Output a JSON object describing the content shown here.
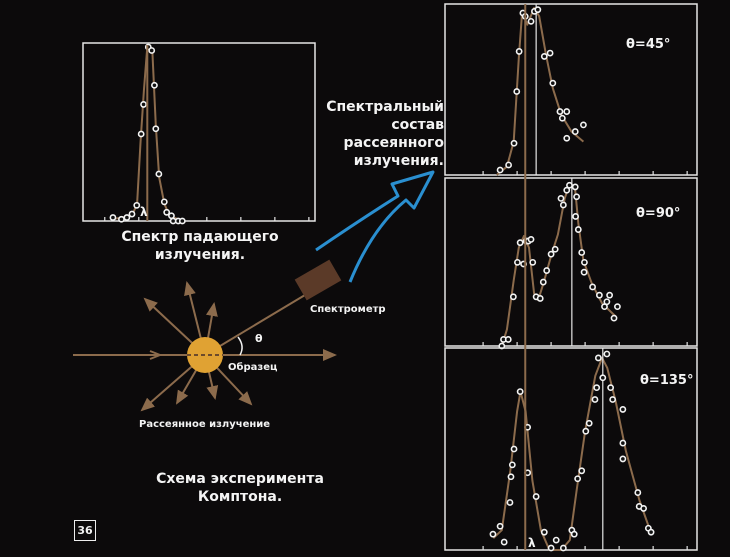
{
  "colors": {
    "background": "#0c0a0b",
    "axes": "#e6e6e6",
    "curve": "#8c6b4c",
    "arrow": "#2a8fd0",
    "sample": "#e0a233",
    "spectrometer": "#5b3a28",
    "ray": "#8c6b4c"
  },
  "labels": {
    "incident_caption_1": "Спектр падающего",
    "incident_caption_2": "излучения.",
    "scattered_title_1": "Спектральный",
    "scattered_title_2": "состав",
    "scattered_title_3": "рассеянного",
    "scattered_title_4": "излучения.",
    "spectrometer": "Спектрометр",
    "theta": "θ",
    "sample": "Образец",
    "scattered_radiation": "Рассеянное излучение",
    "scheme_1": "Схема эксперимента",
    "scheme_2": "Комптона.",
    "slide_number": "36",
    "lambda": "λ"
  },
  "chart_data": [
    {
      "type": "scatter",
      "title": "Спектр падающего излучения.",
      "xlabel": "λ",
      "xlim": [
        0.36,
        7.18
      ],
      "ylim": [
        0,
        1
      ],
      "lambda_line": 2.25,
      "points": [
        [
          2.28,
          1.0
        ],
        [
          2.38,
          0.98
        ],
        [
          2.46,
          0.78
        ],
        [
          2.14,
          0.67
        ],
        [
          2.07,
          0.5
        ],
        [
          2.5,
          0.53
        ],
        [
          2.59,
          0.27
        ],
        [
          1.94,
          0.09
        ],
        [
          2.75,
          0.11
        ],
        [
          1.24,
          0.02
        ],
        [
          1.49,
          0.01
        ],
        [
          1.65,
          0.02
        ],
        [
          1.8,
          0.04
        ],
        [
          2.82,
          0.05
        ],
        [
          2.96,
          0.03
        ],
        [
          3.01,
          0
        ],
        [
          3.16,
          0
        ],
        [
          3.28,
          0
        ]
      ],
      "curve": [
        [
          1.2,
          0.01
        ],
        [
          1.8,
          0.03
        ],
        [
          1.95,
          0.1
        ],
        [
          2.05,
          0.45
        ],
        [
          2.15,
          0.75
        ],
        [
          2.25,
          1.0
        ],
        [
          2.4,
          0.97
        ],
        [
          2.5,
          0.55
        ],
        [
          2.6,
          0.25
        ],
        [
          2.75,
          0.1
        ],
        [
          2.9,
          0.03
        ],
        [
          3.3,
          0
        ]
      ]
    },
    {
      "type": "scatter",
      "label": "θ=45°",
      "xlim": [
        -0.12,
        7.29
      ],
      "ylim": [
        0,
        1
      ],
      "lambda_line": 2.24,
      "shifted_line": 2.56,
      "points": [
        [
          1.5,
          0.03
        ],
        [
          1.75,
          0.06
        ],
        [
          1.91,
          0.19
        ],
        [
          1.99,
          0.5
        ],
        [
          2.06,
          0.74
        ],
        [
          2.17,
          0.97
        ],
        [
          2.24,
          0.95
        ],
        [
          2.41,
          0.92
        ],
        [
          2.51,
          0.98
        ],
        [
          2.61,
          0.99
        ],
        [
          2.8,
          0.71
        ],
        [
          2.97,
          0.73
        ],
        [
          3.05,
          0.55
        ],
        [
          3.26,
          0.38
        ],
        [
          3.33,
          0.34
        ],
        [
          3.46,
          0.38
        ],
        [
          3.46,
          0.22
        ],
        [
          3.71,
          0.26
        ],
        [
          3.95,
          0.3
        ]
      ],
      "curve": [
        [
          1.4,
          0
        ],
        [
          1.7,
          0.05
        ],
        [
          1.9,
          0.2
        ],
        [
          2.05,
          0.7
        ],
        [
          2.15,
          0.98
        ],
        [
          2.3,
          0.9
        ],
        [
          2.5,
          1.0
        ],
        [
          2.65,
          0.95
        ],
        [
          2.85,
          0.72
        ],
        [
          3.05,
          0.52
        ],
        [
          3.3,
          0.36
        ],
        [
          3.6,
          0.26
        ],
        [
          3.95,
          0.2
        ]
      ]
    },
    {
      "type": "scatter",
      "label": "θ=90°",
      "xlim": [
        -0.12,
        7.29
      ],
      "ylim": [
        0,
        1
      ],
      "lambda_line": 2.24,
      "shifted_line": 3.61,
      "points": [
        [
          1.55,
          0
        ],
        [
          1.6,
          0.04
        ],
        [
          1.74,
          0.04
        ],
        [
          1.89,
          0.3
        ],
        [
          2.01,
          0.51
        ],
        [
          2.09,
          0.63
        ],
        [
          2.19,
          0.5
        ],
        [
          2.27,
          0.64
        ],
        [
          2.33,
          0.64
        ],
        [
          2.41,
          0.65
        ],
        [
          2.46,
          0.51
        ],
        [
          2.56,
          0.3
        ],
        [
          2.68,
          0.29
        ],
        [
          2.77,
          0.39
        ],
        [
          2.87,
          0.46
        ],
        [
          3.0,
          0.56
        ],
        [
          3.12,
          0.59
        ],
        [
          3.29,
          0.9
        ],
        [
          3.36,
          0.86
        ],
        [
          3.46,
          0.95
        ],
        [
          3.54,
          0.98
        ],
        [
          3.71,
          0.97
        ],
        [
          3.75,
          0.91
        ],
        [
          3.72,
          0.79
        ],
        [
          3.8,
          0.71
        ],
        [
          3.9,
          0.57
        ],
        [
          3.98,
          0.51
        ],
        [
          3.97,
          0.45
        ],
        [
          4.22,
          0.36
        ],
        [
          4.42,
          0.31
        ],
        [
          4.57,
          0.24
        ],
        [
          4.64,
          0.27
        ],
        [
          4.72,
          0.31
        ],
        [
          4.85,
          0.17
        ],
        [
          4.95,
          0.24
        ]
      ],
      "curve": [
        [
          1.55,
          0
        ],
        [
          1.7,
          0.1
        ],
        [
          1.9,
          0.4
        ],
        [
          2.05,
          0.6
        ],
        [
          2.2,
          0.67
        ],
        [
          2.35,
          0.6
        ],
        [
          2.5,
          0.32
        ],
        [
          2.62,
          0.28
        ],
        [
          2.8,
          0.4
        ],
        [
          3.0,
          0.55
        ],
        [
          3.2,
          0.68
        ],
        [
          3.4,
          0.9
        ],
        [
          3.55,
          0.99
        ],
        [
          3.7,
          0.97
        ],
        [
          3.8,
          0.75
        ],
        [
          3.95,
          0.52
        ],
        [
          4.2,
          0.38
        ],
        [
          4.5,
          0.26
        ],
        [
          4.9,
          0.18
        ]
      ]
    },
    {
      "type": "scatter",
      "label": "θ=135°",
      "xlabel": "λ",
      "xlim": [
        -0.12,
        7.29
      ],
      "ylim": [
        0,
        1
      ],
      "lambda_line": 2.24,
      "shifted_line": 4.52,
      "points": [
        [
          1.29,
          0.08
        ],
        [
          1.5,
          0.12
        ],
        [
          1.62,
          0.04
        ],
        [
          1.79,
          0.24
        ],
        [
          1.82,
          0.37
        ],
        [
          1.86,
          0.43
        ],
        [
          1.91,
          0.51
        ],
        [
          2.09,
          0.8
        ],
        [
          2.31,
          0.62
        ],
        [
          2.31,
          0.39
        ],
        [
          2.56,
          0.27
        ],
        [
          2.8,
          0.09
        ],
        [
          3.0,
          0.01
        ],
        [
          3.15,
          0.05
        ],
        [
          3.36,
          0.01
        ],
        [
          3.61,
          0.1
        ],
        [
          3.68,
          0.08
        ],
        [
          3.78,
          0.36
        ],
        [
          3.9,
          0.4
        ],
        [
          4.02,
          0.6
        ],
        [
          4.12,
          0.64
        ],
        [
          4.29,
          0.76
        ],
        [
          4.34,
          0.82
        ],
        [
          4.39,
          0.97
        ],
        [
          4.52,
          0.87
        ],
        [
          4.64,
          0.99
        ],
        [
          4.75,
          0.82
        ],
        [
          4.81,
          0.76
        ],
        [
          5.11,
          0.71
        ],
        [
          5.11,
          0.54
        ],
        [
          5.11,
          0.46
        ],
        [
          5.55,
          0.29
        ],
        [
          5.59,
          0.22
        ],
        [
          5.72,
          0.21
        ],
        [
          5.86,
          0.11
        ],
        [
          5.94,
          0.09
        ]
      ],
      "curve": [
        [
          1.3,
          0.06
        ],
        [
          1.55,
          0.1
        ],
        [
          1.8,
          0.4
        ],
        [
          2.0,
          0.7
        ],
        [
          2.1,
          0.8
        ],
        [
          2.25,
          0.7
        ],
        [
          2.45,
          0.35
        ],
        [
          2.7,
          0.1
        ],
        [
          2.95,
          0
        ],
        [
          3.3,
          0
        ],
        [
          3.55,
          0.05
        ],
        [
          3.75,
          0.3
        ],
        [
          4.0,
          0.6
        ],
        [
          4.3,
          0.88
        ],
        [
          4.5,
          0.97
        ],
        [
          4.65,
          0.92
        ],
        [
          4.9,
          0.75
        ],
        [
          5.2,
          0.5
        ],
        [
          5.6,
          0.25
        ],
        [
          5.95,
          0.08
        ]
      ]
    }
  ]
}
